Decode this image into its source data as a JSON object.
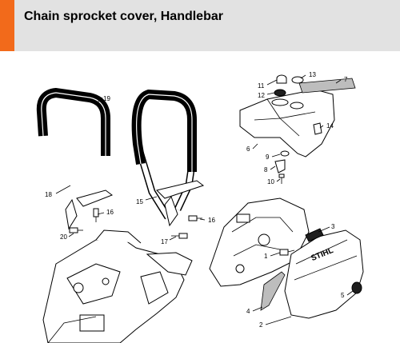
{
  "title": "Chain sprocket cover, Handlebar",
  "colors": {
    "accent": "#f26a1b",
    "header_bg": "#e2e2e2"
  },
  "callouts": [
    "1",
    "2",
    "3",
    "4",
    "5",
    "6",
    "7",
    "8",
    "9",
    "10",
    "11",
    "12",
    "13",
    "14",
    "15",
    "16",
    "16",
    "17",
    "18",
    "19",
    "20"
  ],
  "brand_text": "STIHL"
}
